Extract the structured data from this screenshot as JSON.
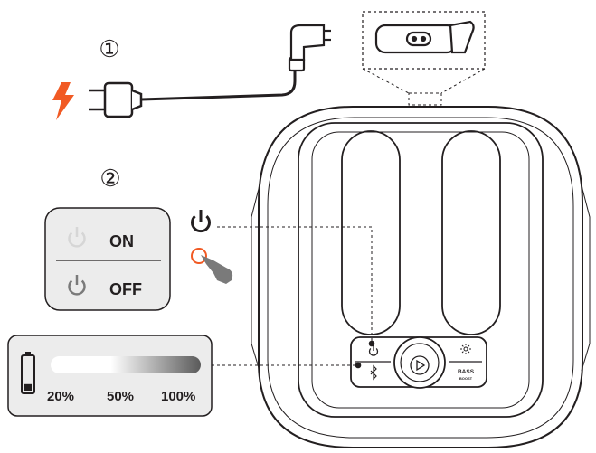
{
  "steps": {
    "step1_marker": "①",
    "step2_marker": "②"
  },
  "power_panel": {
    "on_label": "ON",
    "off_label": "OFF"
  },
  "battery_panel": {
    "label_20": "20%",
    "label_50": "50%",
    "label_100": "100%",
    "level_fraction": 0.2
  },
  "speaker": {
    "bass_label": "BASS",
    "boost_label": "BOOST"
  },
  "colors": {
    "accent": "#f15a24",
    "panel_fill": "#ececec",
    "stroke": "#231f20"
  }
}
